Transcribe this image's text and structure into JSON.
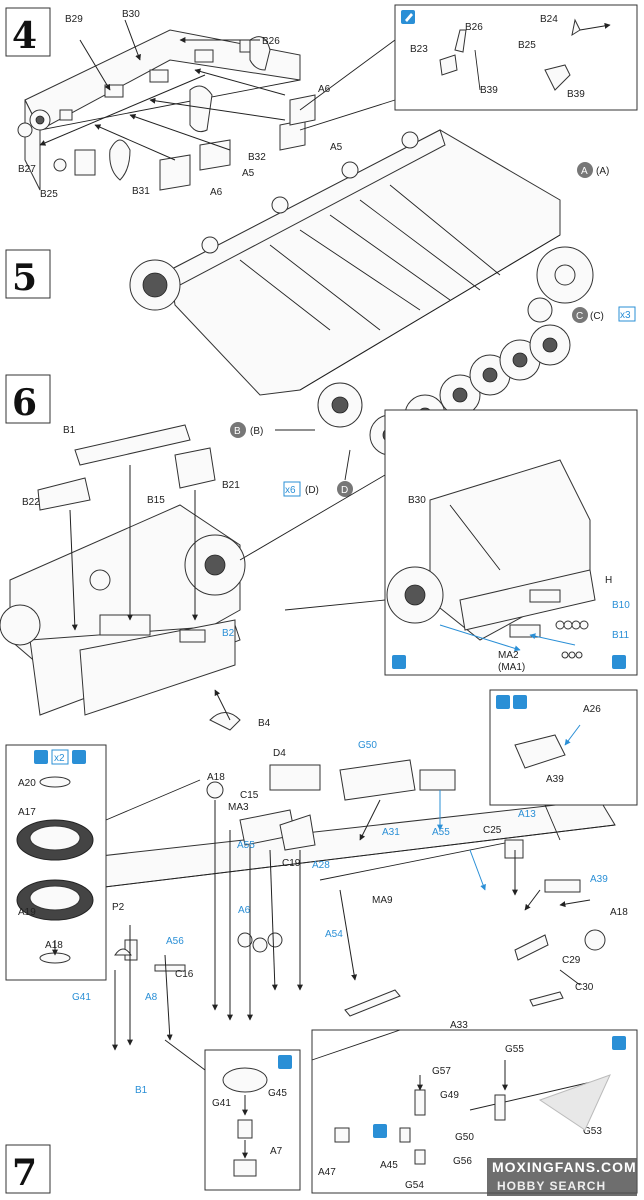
{
  "steps": [
    "4",
    "5",
    "6",
    "7"
  ],
  "step4": {
    "labels": [
      "B29",
      "B30",
      "B26",
      "A6",
      "A5",
      "A5",
      "A6",
      "B32",
      "B27",
      "B25",
      "B31"
    ],
    "inset": [
      "B26",
      "B23",
      "B39",
      "B24",
      "B25",
      "B39"
    ]
  },
  "step5": {
    "callouts": [
      "A",
      "(A)",
      "C",
      "(C)",
      "B",
      "(B)",
      "D",
      "(D)"
    ],
    "multipliers": [
      "x3",
      "x6"
    ]
  },
  "step6": {
    "labels": [
      "B1",
      "B22",
      "B15",
      "B21",
      "B2",
      "B4"
    ],
    "inset": [
      "B30",
      "H",
      "B10",
      "B11",
      "MA2",
      "(MA1)"
    ]
  },
  "step7": {
    "labels": [
      "A18",
      "D4",
      "G50",
      "A13",
      "C15",
      "MA3",
      "A55",
      "C25",
      "A31",
      "A28",
      "C19",
      "A55",
      "A39",
      "MA9",
      "A6",
      "A54",
      "A18",
      "P2",
      "A56",
      "C16",
      "A8",
      "G41",
      "C29",
      "C30",
      "A33",
      "B1"
    ],
    "wheel_inset": [
      "x2",
      "A20",
      "A17",
      "A19",
      "A18"
    ],
    "top_inset": [
      "A26",
      "A39"
    ],
    "bottom_inset": [
      "G41",
      "G45",
      "A7"
    ],
    "right_inset": [
      "G55",
      "G57",
      "G49",
      "G50",
      "A47",
      "A45",
      "G54",
      "G56",
      "G53"
    ]
  },
  "watermark": {
    "site": "MOXINGFANS.COM",
    "brand": "HOBBY SEARCH"
  }
}
